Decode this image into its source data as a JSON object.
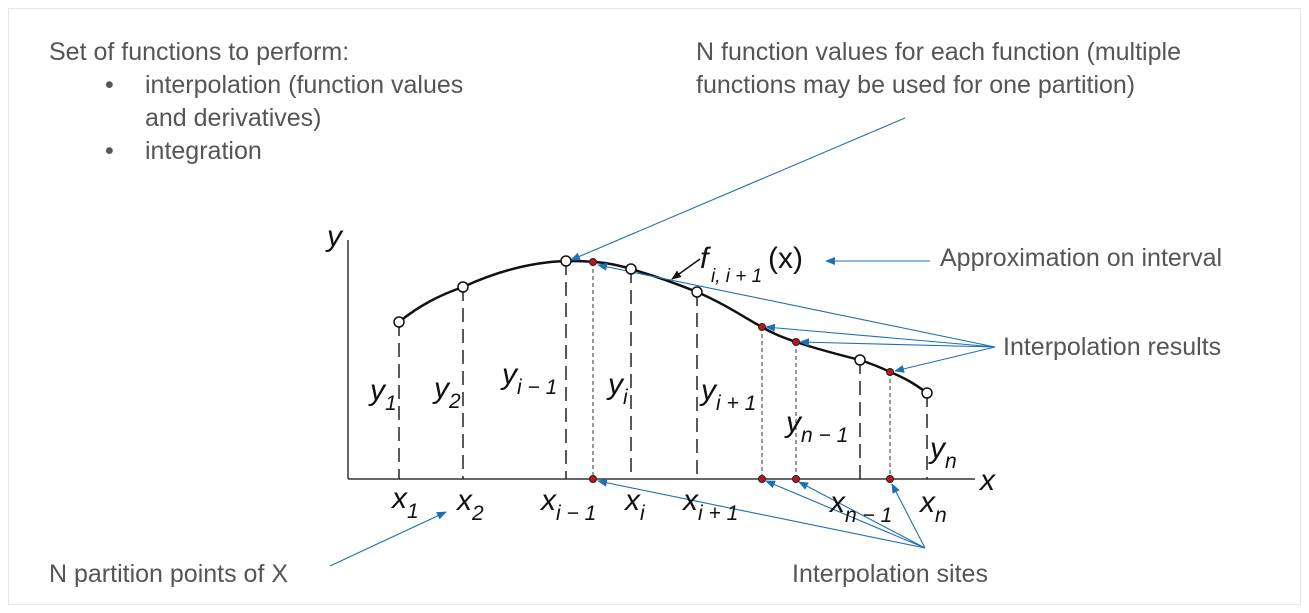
{
  "heading": "Set of functions to perform:",
  "bullets": [
    "interpolation (function values",
    "and derivatives)",
    "integration"
  ],
  "bullet_symbol": "•",
  "top_note_line1": "N function values for each function (multiple",
  "top_note_line2": "functions may be used for one partition)",
  "approximation_label": "Approximation on interval",
  "results_label": "Interpolation results",
  "sites_label": "Interpolation sites",
  "partition_label": "N partition points of X",
  "axis": {
    "x": "x",
    "y": "y"
  },
  "function_label": {
    "base": "f",
    "sub": "i, i + 1",
    "arg": "(x)"
  },
  "x_labels": [
    {
      "base": "x",
      "sub": "1"
    },
    {
      "base": "x",
      "sub": "2"
    },
    {
      "base": "x",
      "sub": "i − 1"
    },
    {
      "base": "x",
      "sub": "i"
    },
    {
      "base": "x",
      "sub": "i + 1"
    },
    {
      "base": "x",
      "sub": "n − 1"
    },
    {
      "base": "x",
      "sub": "n"
    }
  ],
  "y_labels": [
    {
      "base": "y",
      "sub": "1"
    },
    {
      "base": "y",
      "sub": "2"
    },
    {
      "base": "y",
      "sub": "i − 1"
    },
    {
      "base": "y",
      "sub": "i"
    },
    {
      "base": "y",
      "sub": "i + 1"
    },
    {
      "base": "y",
      "sub": "n − 1"
    },
    {
      "base": "y",
      "sub": "n"
    }
  ],
  "colors": {
    "arrow": "#1f6fb5",
    "site": "#c0141c",
    "text": "#555555",
    "curve": "#111111"
  }
}
